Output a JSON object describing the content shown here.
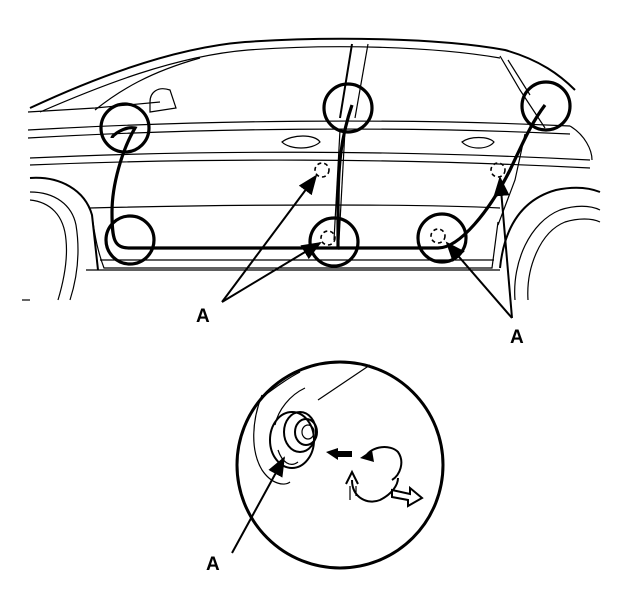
{
  "labels": {
    "front_clips_label": "A",
    "rear_clips_label": "A",
    "detail_clip_label": "A"
  },
  "colors": {
    "line": "#000000",
    "background": "#ffffff"
  },
  "icons": [
    "weatherstrip-clip-icon",
    "rotate-arrow-icon",
    "pull-out-arrow-icon",
    "push-arrow-icon"
  ]
}
